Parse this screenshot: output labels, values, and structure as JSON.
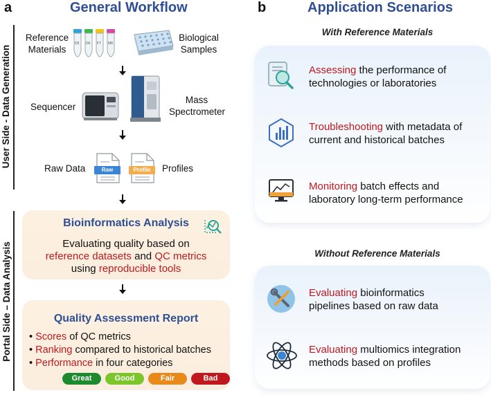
{
  "panel_a": {
    "letter": "a",
    "heading": "General Workflow",
    "user_side_label": "User Side - Data Generation",
    "portal_side_label": "Portal Side – Data Analysis",
    "reference_materials": "Reference\nMaterials",
    "biological_samples": "Biological\nSamples",
    "sequencer": "Sequencer",
    "mass_spectrometer": "Mass\nSpectrometer",
    "raw_data": "Raw Data",
    "profiles": "Profiles",
    "raw_file_tag": "Raw",
    "profile_file_tag": "Profile",
    "tube_labels": [
      "D5",
      "D6",
      "F7",
      "M8"
    ],
    "bioinformatics": {
      "title": "Bioinformatics Analysis",
      "line1": "Evaluating quality based on",
      "line2_a": "reference datasets",
      "line2_b": " and ",
      "line2_c": "QC metrics",
      "line3_a": "using ",
      "line3_b": "reproducible tools"
    },
    "report": {
      "title": "Quality Assessment Report",
      "bullets": [
        {
          "highlight": "Scores",
          "rest": " of QC metrics"
        },
        {
          "highlight": "Ranking",
          "rest": " compared to historical batches"
        },
        {
          "highlight": "Performance",
          "rest": " in four categories"
        }
      ],
      "categories": [
        {
          "label": "Great",
          "color": "#1e8a2e"
        },
        {
          "label": "Good",
          "color": "#7cc62c"
        },
        {
          "label": "Fair",
          "color": "#e8891c"
        },
        {
          "label": "Bad",
          "color": "#c0181f"
        }
      ]
    }
  },
  "panel_b": {
    "letter": "b",
    "heading": "Application Scenarios",
    "with_ref_heading": "With Reference Materials",
    "without_ref_heading": "Without Reference Materials",
    "with_items": [
      {
        "highlight": "Assessing",
        "rest": " the performance of",
        "line2": "technologies or laboratories",
        "icon": "magnifier-report-icon"
      },
      {
        "highlight": "Troubleshooting",
        "rest": " with metadata of",
        "line2": "current and historical batches",
        "icon": "hexagon-chart-icon"
      },
      {
        "highlight": "Monitoring",
        "rest": " batch effects and",
        "line2": "laboratory long-term performance",
        "icon": "monitor-chart-icon"
      }
    ],
    "without_items": [
      {
        "highlight": "Evaluating",
        "rest": " bioinformatics",
        "line2": "pipelines based on raw data",
        "icon": "tools-icon"
      },
      {
        "highlight": "Evaluating",
        "rest": " multiomics integration",
        "line2": "methods based on profiles",
        "icon": "atom-icon"
      }
    ]
  },
  "colors": {
    "heading_blue": "#2e4f94",
    "highlight_red": "#c0181f",
    "card_beige": "#fbeede",
    "scenario_blue": "#e9f2fb"
  }
}
